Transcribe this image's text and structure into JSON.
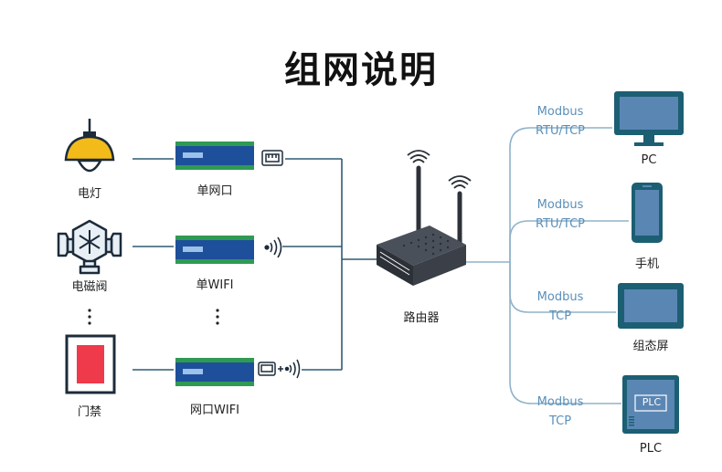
{
  "title": "组网说明",
  "devices": [
    {
      "label": "电灯",
      "icon": "lamp-icon"
    },
    {
      "label": "电磁阀",
      "icon": "solenoid-valve-icon"
    },
    {
      "label": "门禁",
      "icon": "access-control-icon"
    }
  ],
  "modules": [
    {
      "label": "单网口",
      "connector": "ethernet-port-icon"
    },
    {
      "label": "单WIFI",
      "connector": "wifi-signal-icon"
    },
    {
      "label": "网口WIFI",
      "connector": "ethernet-plus-wifi-icon"
    }
  ],
  "router": {
    "label": "路由器"
  },
  "endpoints": [
    {
      "label": "PC",
      "protocol_line1": "Modbus",
      "protocol_line2": "RTU/TCP",
      "icon": "monitor-icon"
    },
    {
      "label": "手机",
      "protocol_line1": "Modbus",
      "protocol_line2": "RTU/TCP",
      "icon": "phone-icon"
    },
    {
      "label": "组态屏",
      "protocol_line1": "Modbus",
      "protocol_line2": "TCP",
      "icon": "touch-panel-icon"
    },
    {
      "label": "PLC",
      "protocol_line1": "Modbus",
      "protocol_line2": "TCP",
      "icon": "plc-icon",
      "panel_text": "PLC"
    }
  ],
  "colors": {
    "line_dark": "#2f5a73",
    "line_light": "#8fb3c9",
    "protocol_text": "#5b8fb9",
    "module_blue": "#1e4f9a",
    "module_green": "#2f9a52",
    "device_teal": "#1c5f73",
    "screen_blue": "#5a86b4",
    "router_body": "#3a3f48",
    "lamp_yellow": "#f2bb1a",
    "door_red": "#ee3a4a"
  }
}
